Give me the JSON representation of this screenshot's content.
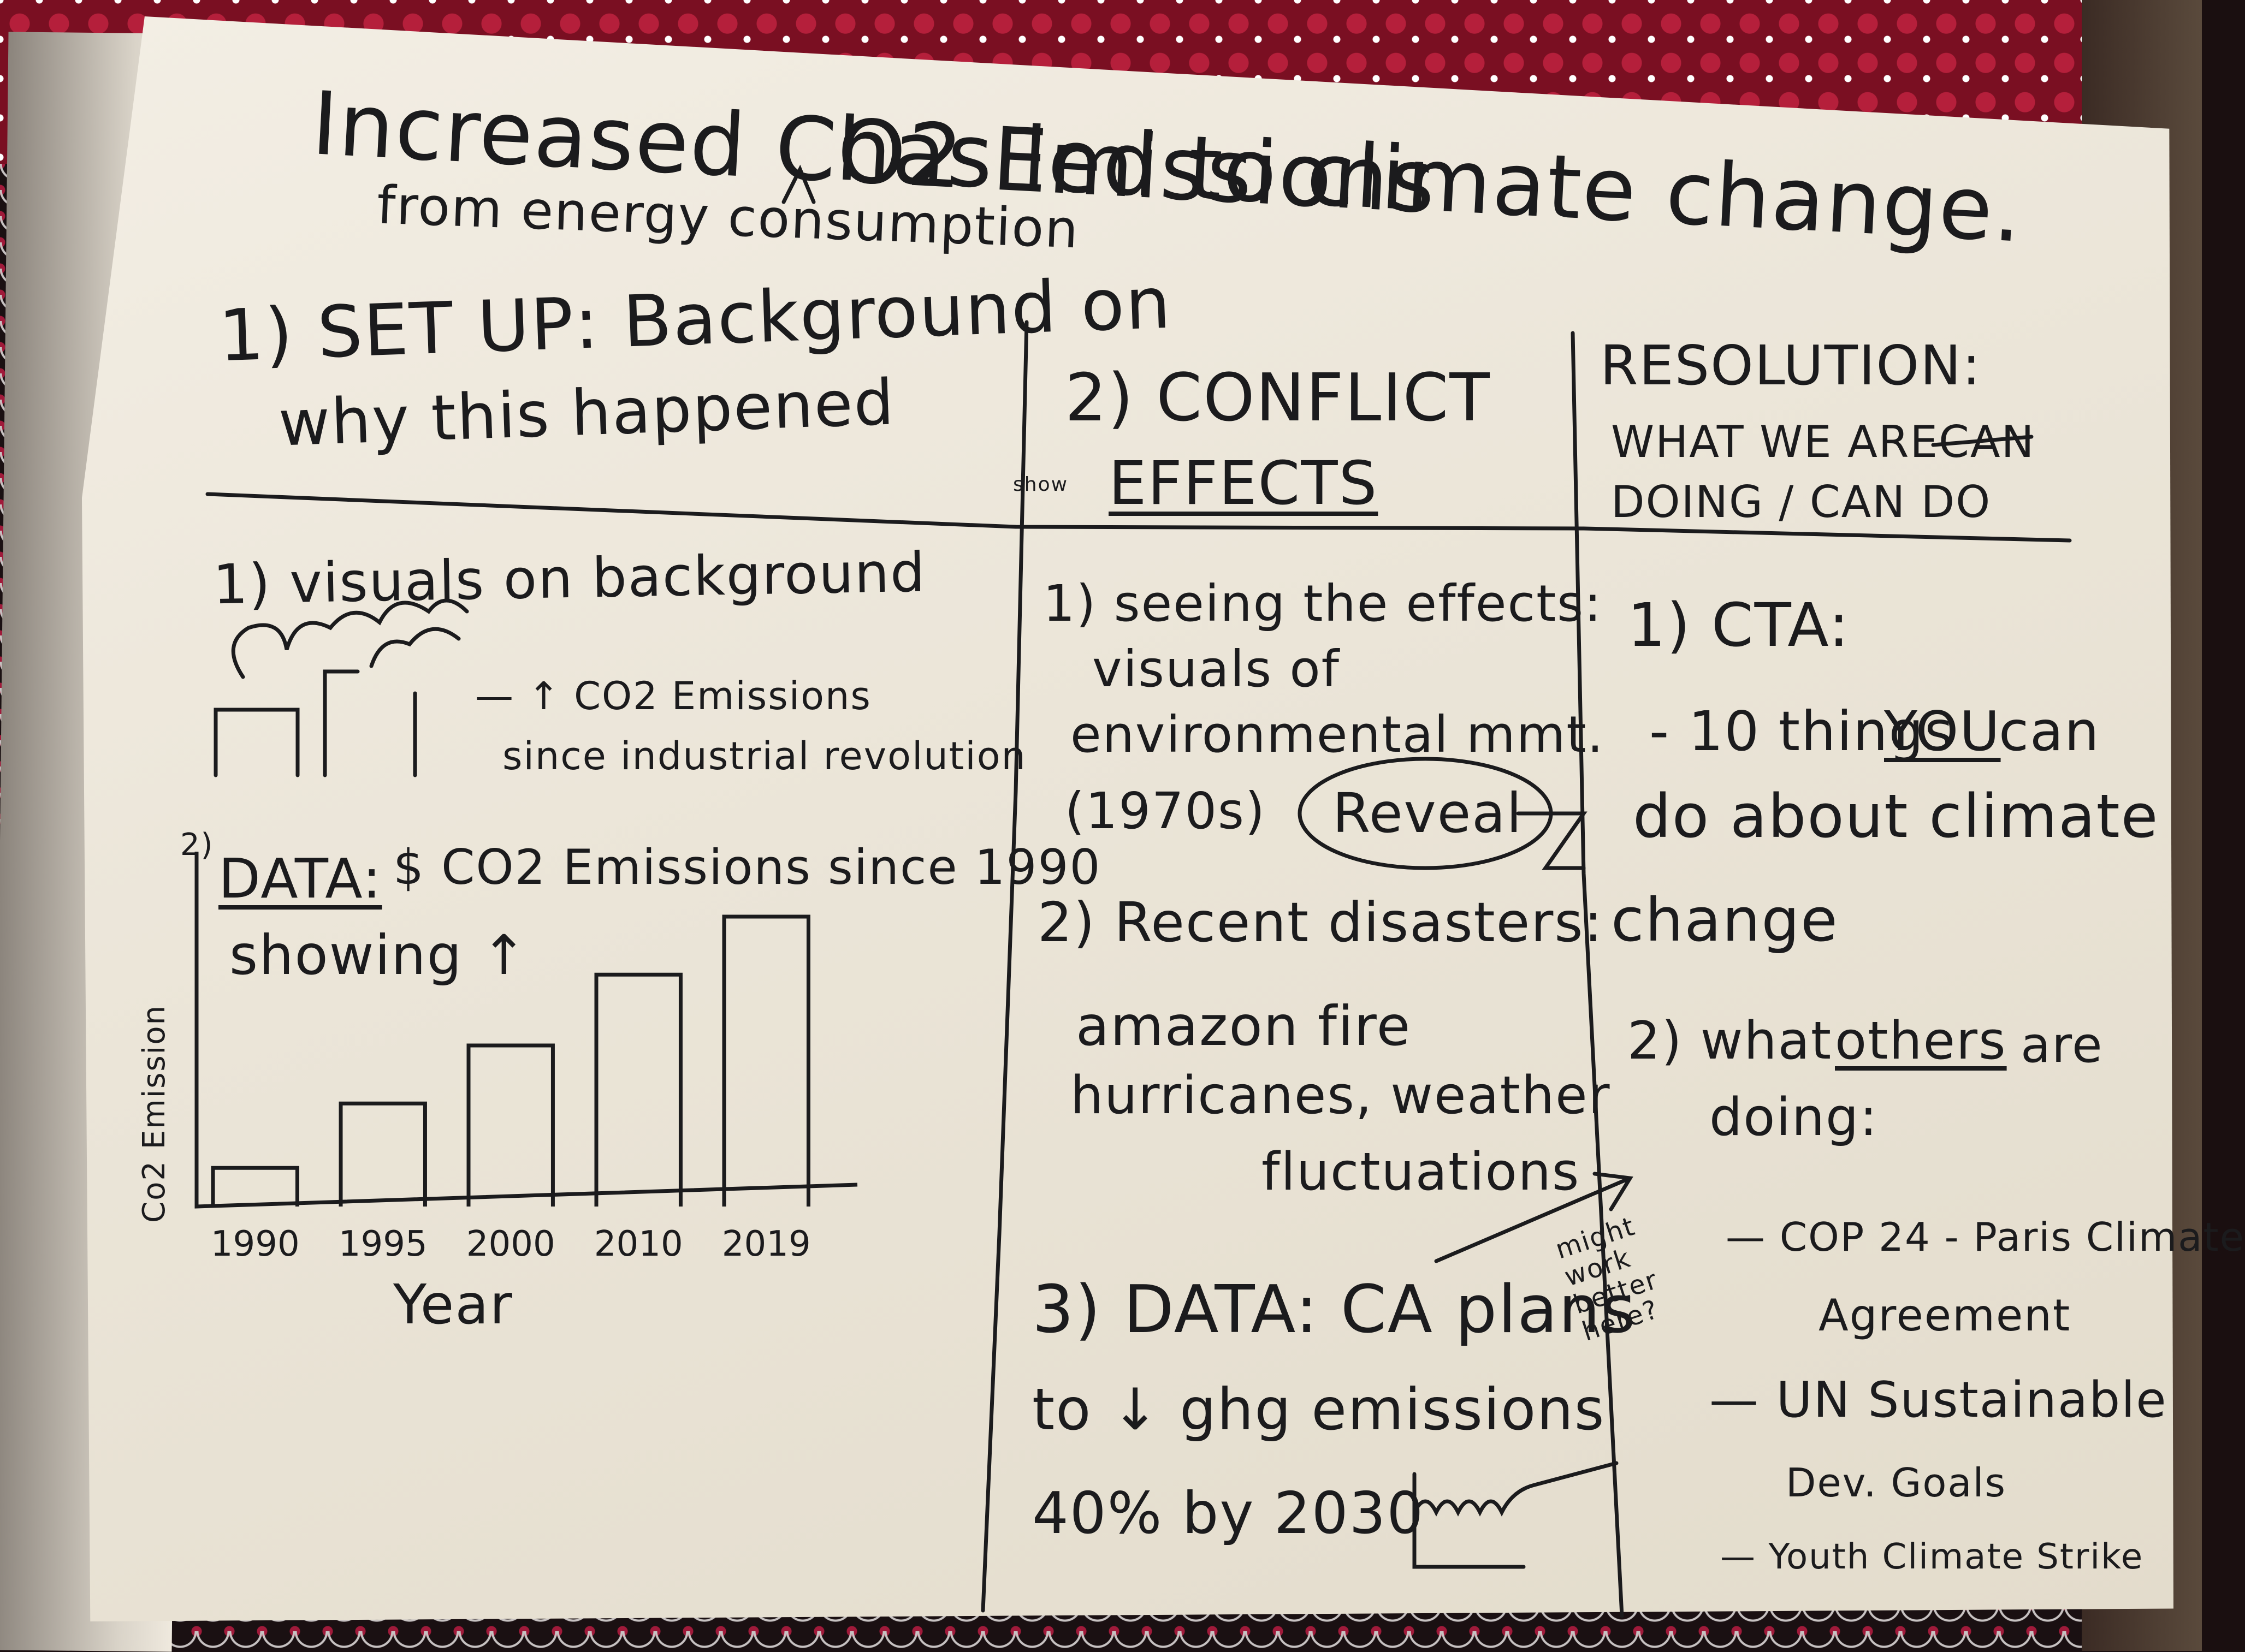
{
  "title": {
    "line1_a": "Increased CO2 Emissions",
    "line1_b": "has led to climate change.",
    "insert": "from energy consumption"
  },
  "columns": {
    "setup": {
      "heading": "1) SET UP: Background on",
      "heading2": "why this happened",
      "item1": "1) visuals on background",
      "item1_note": "— ↑ CO2 Emissions",
      "item1_note2": "since industrial revolution",
      "item2_prefix": "2)",
      "item2_label": "DATA:",
      "item2_text": "$ CO2 Emissions since 1990",
      "item2_text2": "showing ↑",
      "chart_ylabel": "Co2 Emission",
      "chart_xlabel": "Year"
    },
    "conflict": {
      "heading": "2) CONFLICT",
      "subheading_small": "show",
      "subheading": "EFFECTS",
      "item1_a": "1) seeing the effects:",
      "item1_b": "visuals of",
      "item1_c": "environmental mmt.",
      "item1_d": "(1970s)",
      "reveal": "Reveal",
      "item2_a": "2) Recent disasters:",
      "item2_b": "amazon fire",
      "item2_c": "hurricanes, weather",
      "item2_d": "fluctuations",
      "item3_a": "3) DATA: CA plans",
      "item3_b": "to ↓ ghg emissions",
      "item3_c": "40% by 2030",
      "note": "might work better here?"
    },
    "resolution": {
      "heading": "RESOLUTION:",
      "heading2": "WHAT WE ARE",
      "heading2_struck": "CAN",
      "heading3": "DOING / CAN DO",
      "item1_a": "1) CTA:",
      "item1_b": "- 10 things",
      "item1_you": "YOU",
      "item1_c": "can",
      "item1_d": "do about climate",
      "item1_e": "change",
      "item2_a": "2) what",
      "item2_others": "others",
      "item2_b": "are",
      "item2_c": "doing:",
      "item2_d": "— COP 24 - Paris Climate",
      "item2_e": "Agreement",
      "item2_f": "— UN Sustainable",
      "item2_g": "Dev. Goals",
      "item2_h": "— Youth Climate Strike"
    }
  },
  "chart_data": {
    "type": "bar",
    "title": "",
    "xlabel": "Year",
    "ylabel": "Co2 Emission",
    "categories": [
      "1990",
      "1995",
      "2000",
      "2010",
      "2019"
    ],
    "values": [
      12,
      32,
      50,
      72,
      90
    ],
    "ylim": [
      0,
      100
    ],
    "grid": false
  },
  "colors": {
    "paper": "#f1ece1",
    "ink": "#1b1b1d",
    "fabric_red": "#b51f3b"
  }
}
